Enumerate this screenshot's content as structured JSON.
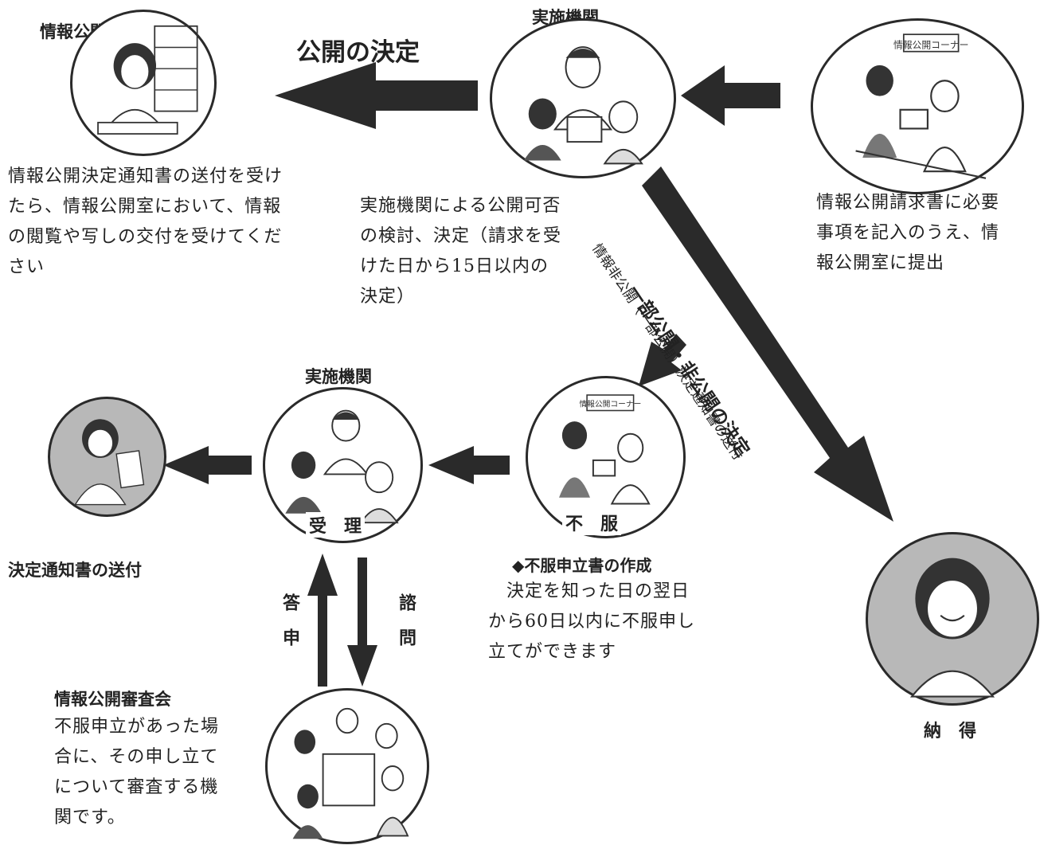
{
  "colors": {
    "arrow": "#2a2a2a",
    "gray_circle": "#b8b8b8",
    "text": "#222222"
  },
  "nodes": {
    "info_room": {
      "label": "情報公開室",
      "desc": "情報公開決定通知書の送付を受け\nたら、情報公開室において、情報\nの閲覧や写しの交付を受けてくだ\nさい"
    },
    "agency_top": {
      "label": "実施機関",
      "desc": "実施機関による公開可否\nの検討、決定（請求を受\nけた日から15日以内の\n決定）"
    },
    "request": {
      "desc": "情報公開請求書に必要\n事項を記入のうえ、情\n報公開室に提出",
      "sign": "情報公開コーナー"
    },
    "appeal": {
      "circle_label": "不　服",
      "heading": "◆不服申立書の作成",
      "desc": "　決定を知った日の翌日\nから60日以内に不服申し\n立てができます",
      "sign": "情報公開コーナー"
    },
    "agency_bottom": {
      "label": "実施機関",
      "circle_label": "受　理"
    },
    "notice": {
      "label": "決定通知書の送付"
    },
    "review": {
      "label": "情報公開審査会",
      "desc": "不服申立があった場\n合に、その申し立て\nについて審査する機\n関です。"
    },
    "satisfied": {
      "label": "納　得"
    }
  },
  "edges": {
    "publish_decision": "公開の決定",
    "partial_decision": "一部公開・非公開の決定",
    "partial_notice": "情報非公開（一部公開）決定通知書の送付",
    "answer": "答申",
    "inquiry": "諮問"
  }
}
